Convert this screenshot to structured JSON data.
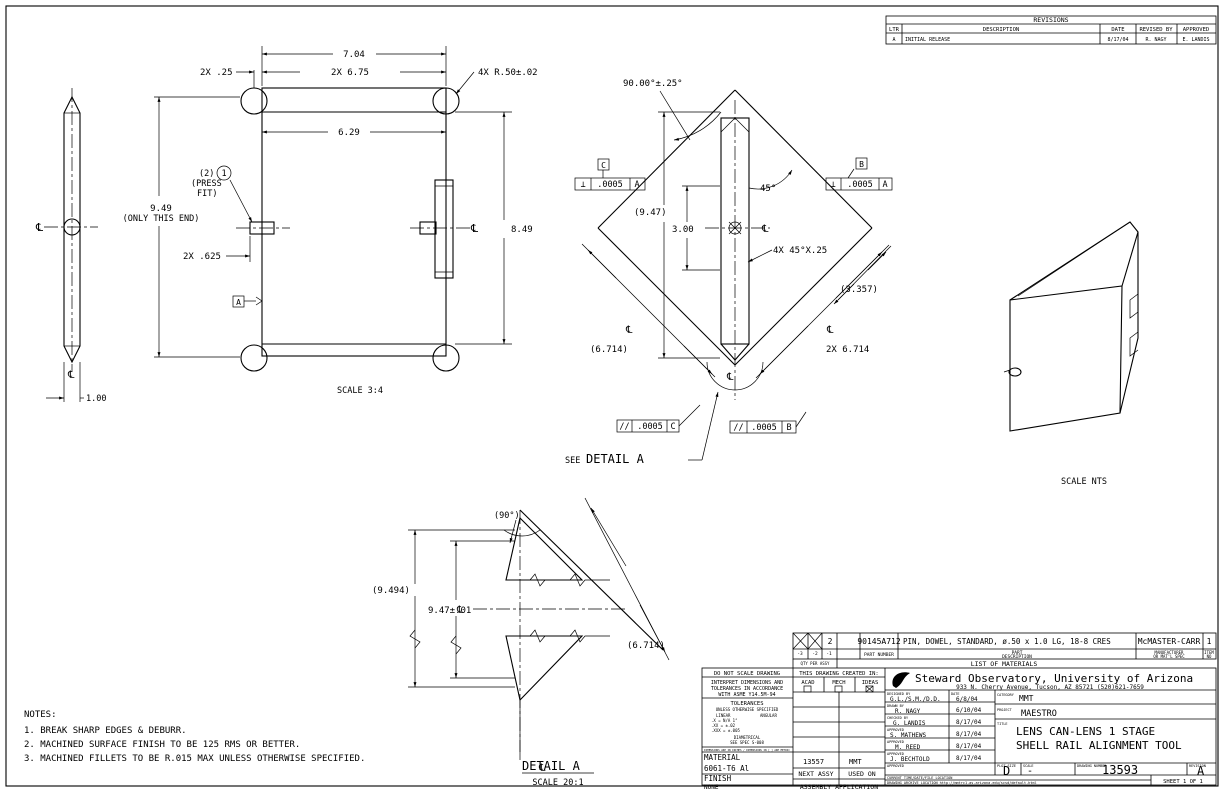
{
  "revisions": {
    "title": "REVISIONS",
    "headers": [
      "LTR",
      "DESCRIPTION",
      "DATE",
      "REVISED BY",
      "APPROVED"
    ],
    "rows": [
      [
        "A",
        "INITIAL RELEASE",
        "8/17/04",
        "R. NAGY",
        "E. LANDIS"
      ]
    ]
  },
  "views": {
    "front": {
      "dim_width": "7.04",
      "dim_holes_x": "2X 6.75",
      "dim_edge": "2X .25",
      "dim_radius": "4X R.50±.02",
      "dim_inner": "6.29",
      "dim_height": "9.49",
      "dim_height_note": "(ONLY THIS END)",
      "dim_right_height": "8.49",
      "dim_pin_offset": "2X .625",
      "callout_qty": "(2)",
      "callout_balloon": "1",
      "callout_note1": "(PRESS",
      "callout_note2": "FIT)",
      "datum_a": "A",
      "scale": "SCALE 3:4"
    },
    "side": {
      "dim_width": "1.00",
      "centerline": "℄"
    },
    "rotated": {
      "angle_top": "90.00°±.25°",
      "angle_45": "45°",
      "dim_947": "(9.47)",
      "dim_300": "3.00",
      "chamfer": "4X 45°X.25",
      "dim_3357": "(3.357)",
      "dim_6714_left": "(6.714)",
      "dim_6714_right": "2X 6.714",
      "fcf_left": [
        "⊥",
        ".0005",
        "A"
      ],
      "fcf_left_datum": "C",
      "fcf_right": [
        "⊥",
        ".0005",
        "A"
      ],
      "fcf_right_datum": "B",
      "fcf_bottom_left": [
        "//",
        ".0005",
        "C"
      ],
      "fcf_bottom_right": [
        "//",
        ".0005",
        "B"
      ],
      "see_detail_prefix": "SEE",
      "see_detail": "DETAIL A"
    },
    "detail": {
      "angle": "(90°)",
      "dim_9494": "(9.494)",
      "dim_947": "9.47±.01",
      "dim_6714": "(6.714)",
      "title": "DETAIL A",
      "scale": "SCALE 20:1"
    },
    "iso": {
      "scale": "SCALE NTS"
    }
  },
  "notes": {
    "title": "NOTES:",
    "items": [
      "1.  BREAK SHARP EDGES & DEBURR.",
      "2.  MACHINED SURFACE FINISH TO BE 125 RMS OR BETTER.",
      "3.  MACHINED FILLETS TO BE R.015 MAX UNLESS OTHERWISE SPECIFIED."
    ]
  },
  "bom": {
    "qty": "2",
    "part_number": "90145A712",
    "description": "PIN, DOWEL, STANDARD, ø.50 x 1.0 LG, 18-8 CRES",
    "manufacturer": "McMASTER-CARR",
    "item": "1",
    "hdr_cols": [
      "-3",
      "-2",
      "-1"
    ],
    "hdr_qty": "QTY PER ASSY",
    "hdr_part": "PART NUMBER",
    "hdr_desc1": "PART",
    "hdr_desc2": "DESCRIPTION",
    "hdr_mfr1": "MANUFACTURER",
    "hdr_mfr2": "OR MAT'L SPEC",
    "hdr_item1": "ITEM",
    "hdr_item2": "NO",
    "list_title": "LIST OF MATERIALS"
  },
  "title_block": {
    "do_not_scale": "DO NOT SCALE DRAWING",
    "interpret": [
      "INTERPRET DIMENSIONS AND",
      "TOLERANCES IN ACCORDANCE",
      "WITH ASME Y14.5M-94"
    ],
    "tol_title": "TOLERANCES",
    "tol_sub": "UNLESS OTHERWISE SPECIFIED",
    "tol_linear": "LINEAR",
    "tol_angular": "ANGULAR",
    "tol_rows": [
      ".X   = N/A        1°",
      ".XX  = ±.02",
      ".XXX = ±.005"
    ],
    "diametrical": "DIAMETRICAL",
    "diam_spec": "SEE SPEC S-008",
    "dim_note": "DIMENSIONS ARE IN INCHES / DIMENSIONS IN [ ] ARE METRIC",
    "created_in": "THIS DRAWING CREATED IN:",
    "cad_cols": [
      "ACAD",
      "MECH",
      "IDEAS"
    ],
    "material_label": "MATERIAL",
    "material": "6061-T6 Al",
    "finish_label": "FINISH",
    "finish": "NONE",
    "next_assy_num": "13557",
    "used_on_val": "MMT",
    "next_assy": "NEXT ASSY",
    "used_on": "USED ON",
    "assembly_app": "ASSEMBLY APPLICATION",
    "org": "Steward Observatory, University of Arizona",
    "address": "933 N. Cherry Avenue, Tucson, AZ  85721  (520)621-7659",
    "designed_label": "DESIGNED BY",
    "designed": "G.L./S.M./D.D.",
    "date_label": "DATE",
    "designed_date": "6/8/04",
    "drawn_label": "DRAWN BY",
    "drawn": "R. NAGY",
    "drawn_date": "6/10/04",
    "checked_label": "CHECKED BY",
    "checked": "G. LANDIS",
    "checked_date": "8/17/04",
    "approved_label": "APPROVED",
    "approved1": "S. MATHEWS",
    "approved1_date": "8/17/04",
    "approved2": "M. REED",
    "approved2_date": "8/17/04",
    "approved3": "J. BECHTOLD",
    "approved3_date": "8/17/04",
    "category_label": "CATEGORY",
    "category": "MMT",
    "project_label": "PROJECT",
    "project": "MAESTRO",
    "title_label": "TITLE",
    "title_line1": "LENS CAN-LENS 1 STAGE",
    "title_line2": "SHELL RAIL ALIGNMENT TOOL",
    "plot_size_label": "PLOT SIZE",
    "plot_size": "D",
    "scale_label": "SCALE",
    "scale": "-",
    "drawing_number_label": "DRAWING NUMBER",
    "drawing_number": "13593",
    "revision_label": "REVISION",
    "revision": "A",
    "current_time": "CURRENT TIME/DATE/FILE LOCATION",
    "archive": "DRAWING ARCHIVE LOCATION http://mmtrc1.as.arizona.edu/scsd/default.html",
    "sheet": "SHEET 1 OF 1"
  }
}
